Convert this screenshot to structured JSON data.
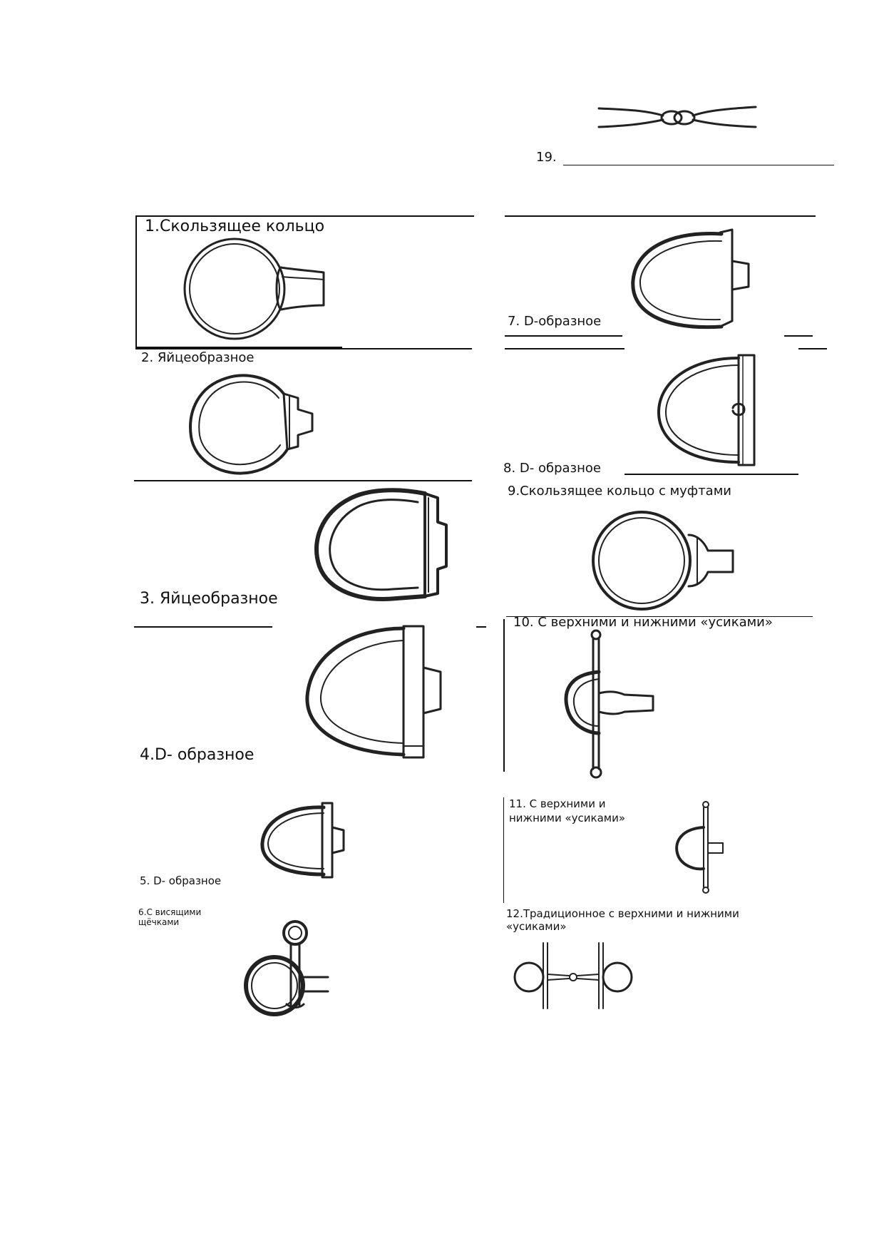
{
  "labels": {
    "item1": "1.Скользящее кольцо",
    "item2": "2. Яйцеобразное",
    "item3": "3. Яйцеобразное",
    "item4": "4.D- образное",
    "item5": "5. D- образное",
    "item6_line1": "6.С висящими",
    "item6_line2": "щёчками",
    "item7": "7. D-образное",
    "item8": "8. D- образное",
    "item9": "9.Скользящее кольцо с муфтами",
    "item10": "10. С верхними и нижними «усиками»",
    "item11_line1": "11. С верхними и",
    "item11_line2": "нижними «усиками»",
    "item12_line1": "12.Традиционное с верхними и нижними",
    "item12_line2": "«усиками»",
    "item19": "19."
  },
  "icons": {
    "bit1": "loose-ring-bit-icon",
    "bit2": "eggbutt-bit-icon",
    "bit3": "eggbutt-bit-icon",
    "bit4": "d-ring-bit-icon",
    "bit5": "d-ring-bit-icon",
    "bit6": "hanging-cheek-bit-icon",
    "bit7": "d-ring-bit-icon",
    "bit8": "d-ring-bit-icon",
    "bit9": "loose-ring-with-sleeves-bit-icon",
    "bit10": "full-cheek-bit-icon",
    "bit11": "full-cheek-bit-icon",
    "bit12": "traditional-full-cheek-bit-icon",
    "bit19": "snaffle-mouthpiece-icon"
  }
}
